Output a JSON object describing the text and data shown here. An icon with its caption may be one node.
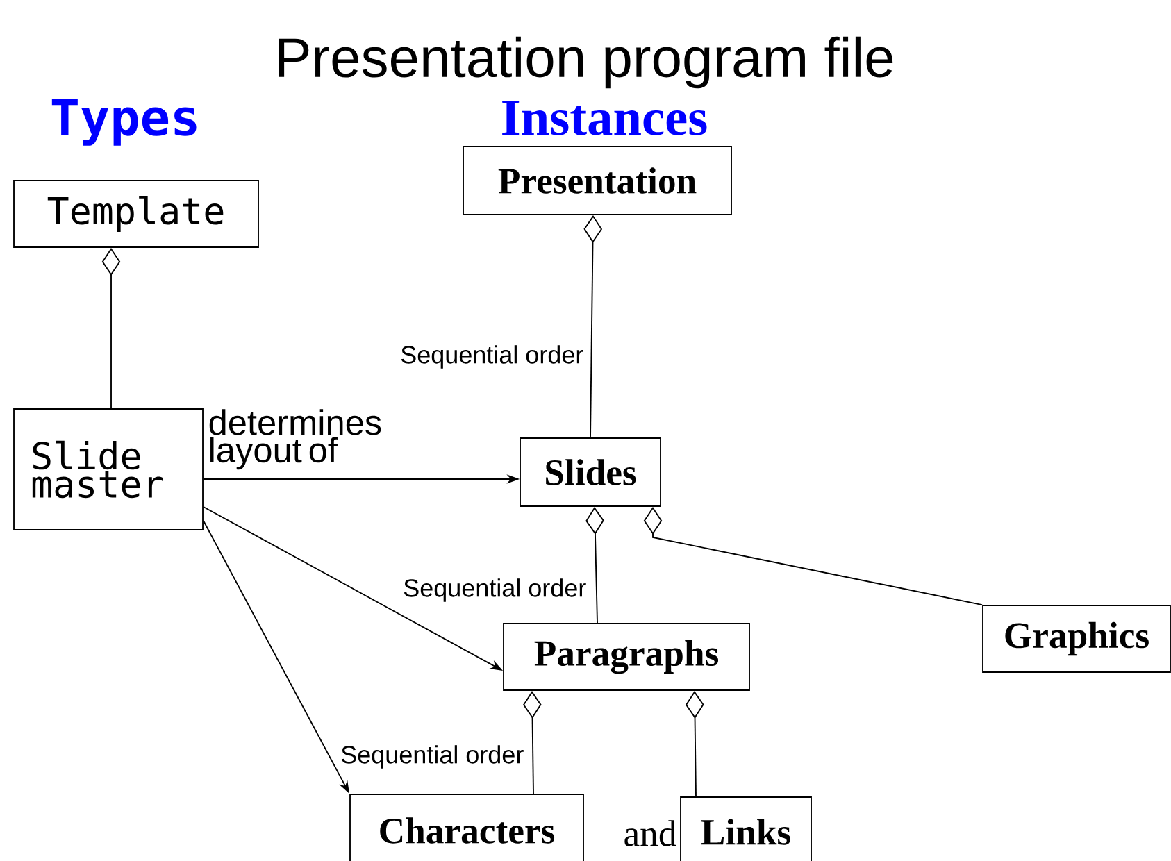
{
  "diagram": {
    "title": "Presentation program file",
    "nodes": [
      {
        "text": [
          "Template"
        ]
      },
      {
        "text": [
          "Slide master"
        ]
      },
      {
        "text": [
          "Presentation"
        ]
      },
      {
        "text": [
          "Slides"
        ]
      },
      {
        "text": [
          "Paragraphs"
        ]
      },
      {
        "text": [
          "Graphics"
        ]
      },
      {
        "text": [
          "Characters"
        ]
      },
      {
        "text": [
          "Links"
        ]
      }
    ],
    "edges": [
      {
        "from": 0,
        "to": 1,
        "arrow": "other"
      },
      {
        "from": 2,
        "to": 3,
        "arrow": "other",
        "label": "Sequential order"
      },
      {
        "from": 3,
        "to": 4,
        "arrow": "other",
        "label": "Sequential order"
      },
      {
        "from": 3,
        "to": 5,
        "arrow": "other"
      },
      {
        "from": 4,
        "to": 6,
        "arrow": "other",
        "label": "Sequential order"
      },
      {
        "from": 4,
        "to": 7,
        "arrow": "other"
      },
      {
        "from": 1,
        "to": 3,
        "arrow": "to",
        "label": "determines layout of"
      },
      {
        "from": 1,
        "to": 4,
        "arrow": "to"
      },
      {
        "from": 1,
        "to": 6,
        "arrow": "to"
      }
    ],
    "labels": [
      "Types",
      "Instances",
      "and"
    ]
  }
}
